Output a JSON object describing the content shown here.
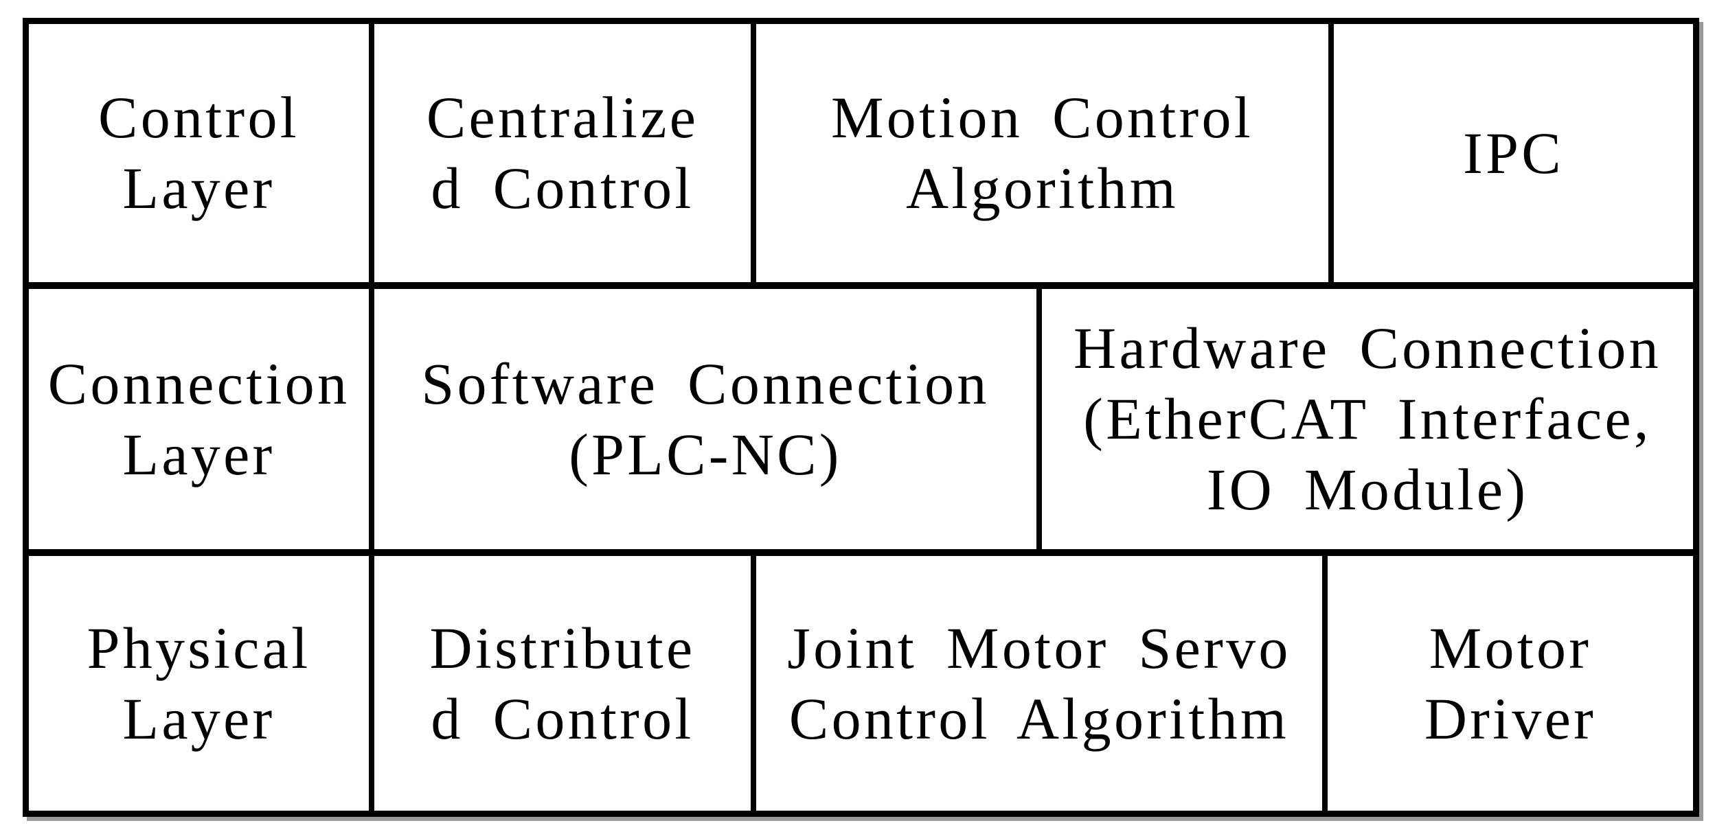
{
  "colors": {
    "line": "#000000",
    "text": "#000000",
    "background": "#ffffff",
    "edge_shadow": "#9a9a9a"
  },
  "figure": {
    "type": "layered-architecture-table",
    "rows": [
      {
        "name": "control-layer-row",
        "cells": [
          {
            "text": "Control Layer",
            "lines": [
              "Control",
              "Layer"
            ]
          },
          {
            "text": "Centralized Control",
            "lines": [
              "Centralize",
              "d Control"
            ]
          },
          {
            "text": "Motion Control Algorithm",
            "lines": [
              "Motion Control",
              "Algorithm"
            ]
          },
          {
            "text": "IPC",
            "lines": [
              "IPC"
            ]
          }
        ]
      },
      {
        "name": "connection-layer-row",
        "cells": [
          {
            "text": "Connection Layer",
            "lines": [
              "Connection",
              "Layer"
            ]
          },
          {
            "text": "Software Connection (PLC-NC)",
            "lines": [
              "Software Connection",
              "(PLC-NC)"
            ]
          },
          {
            "text": "Hardware Connection (EtherCAT Interface, IO Module)",
            "lines": [
              "Hardware Connection",
              "(EtherCAT Interface,",
              "IO Module)"
            ]
          }
        ]
      },
      {
        "name": "physical-layer-row",
        "cells": [
          {
            "text": "Physical Layer",
            "lines": [
              "Physical",
              "Layer"
            ]
          },
          {
            "text": "Distributed Control",
            "lines": [
              "Distribute",
              "d Control"
            ]
          },
          {
            "text": "Joint Motor Servo Control Algorithm",
            "lines": [
              "Joint Motor Servo",
              "Control Algorithm"
            ]
          },
          {
            "text": "Motor Driver",
            "lines": [
              "Motor",
              "Driver"
            ]
          }
        ]
      }
    ]
  }
}
